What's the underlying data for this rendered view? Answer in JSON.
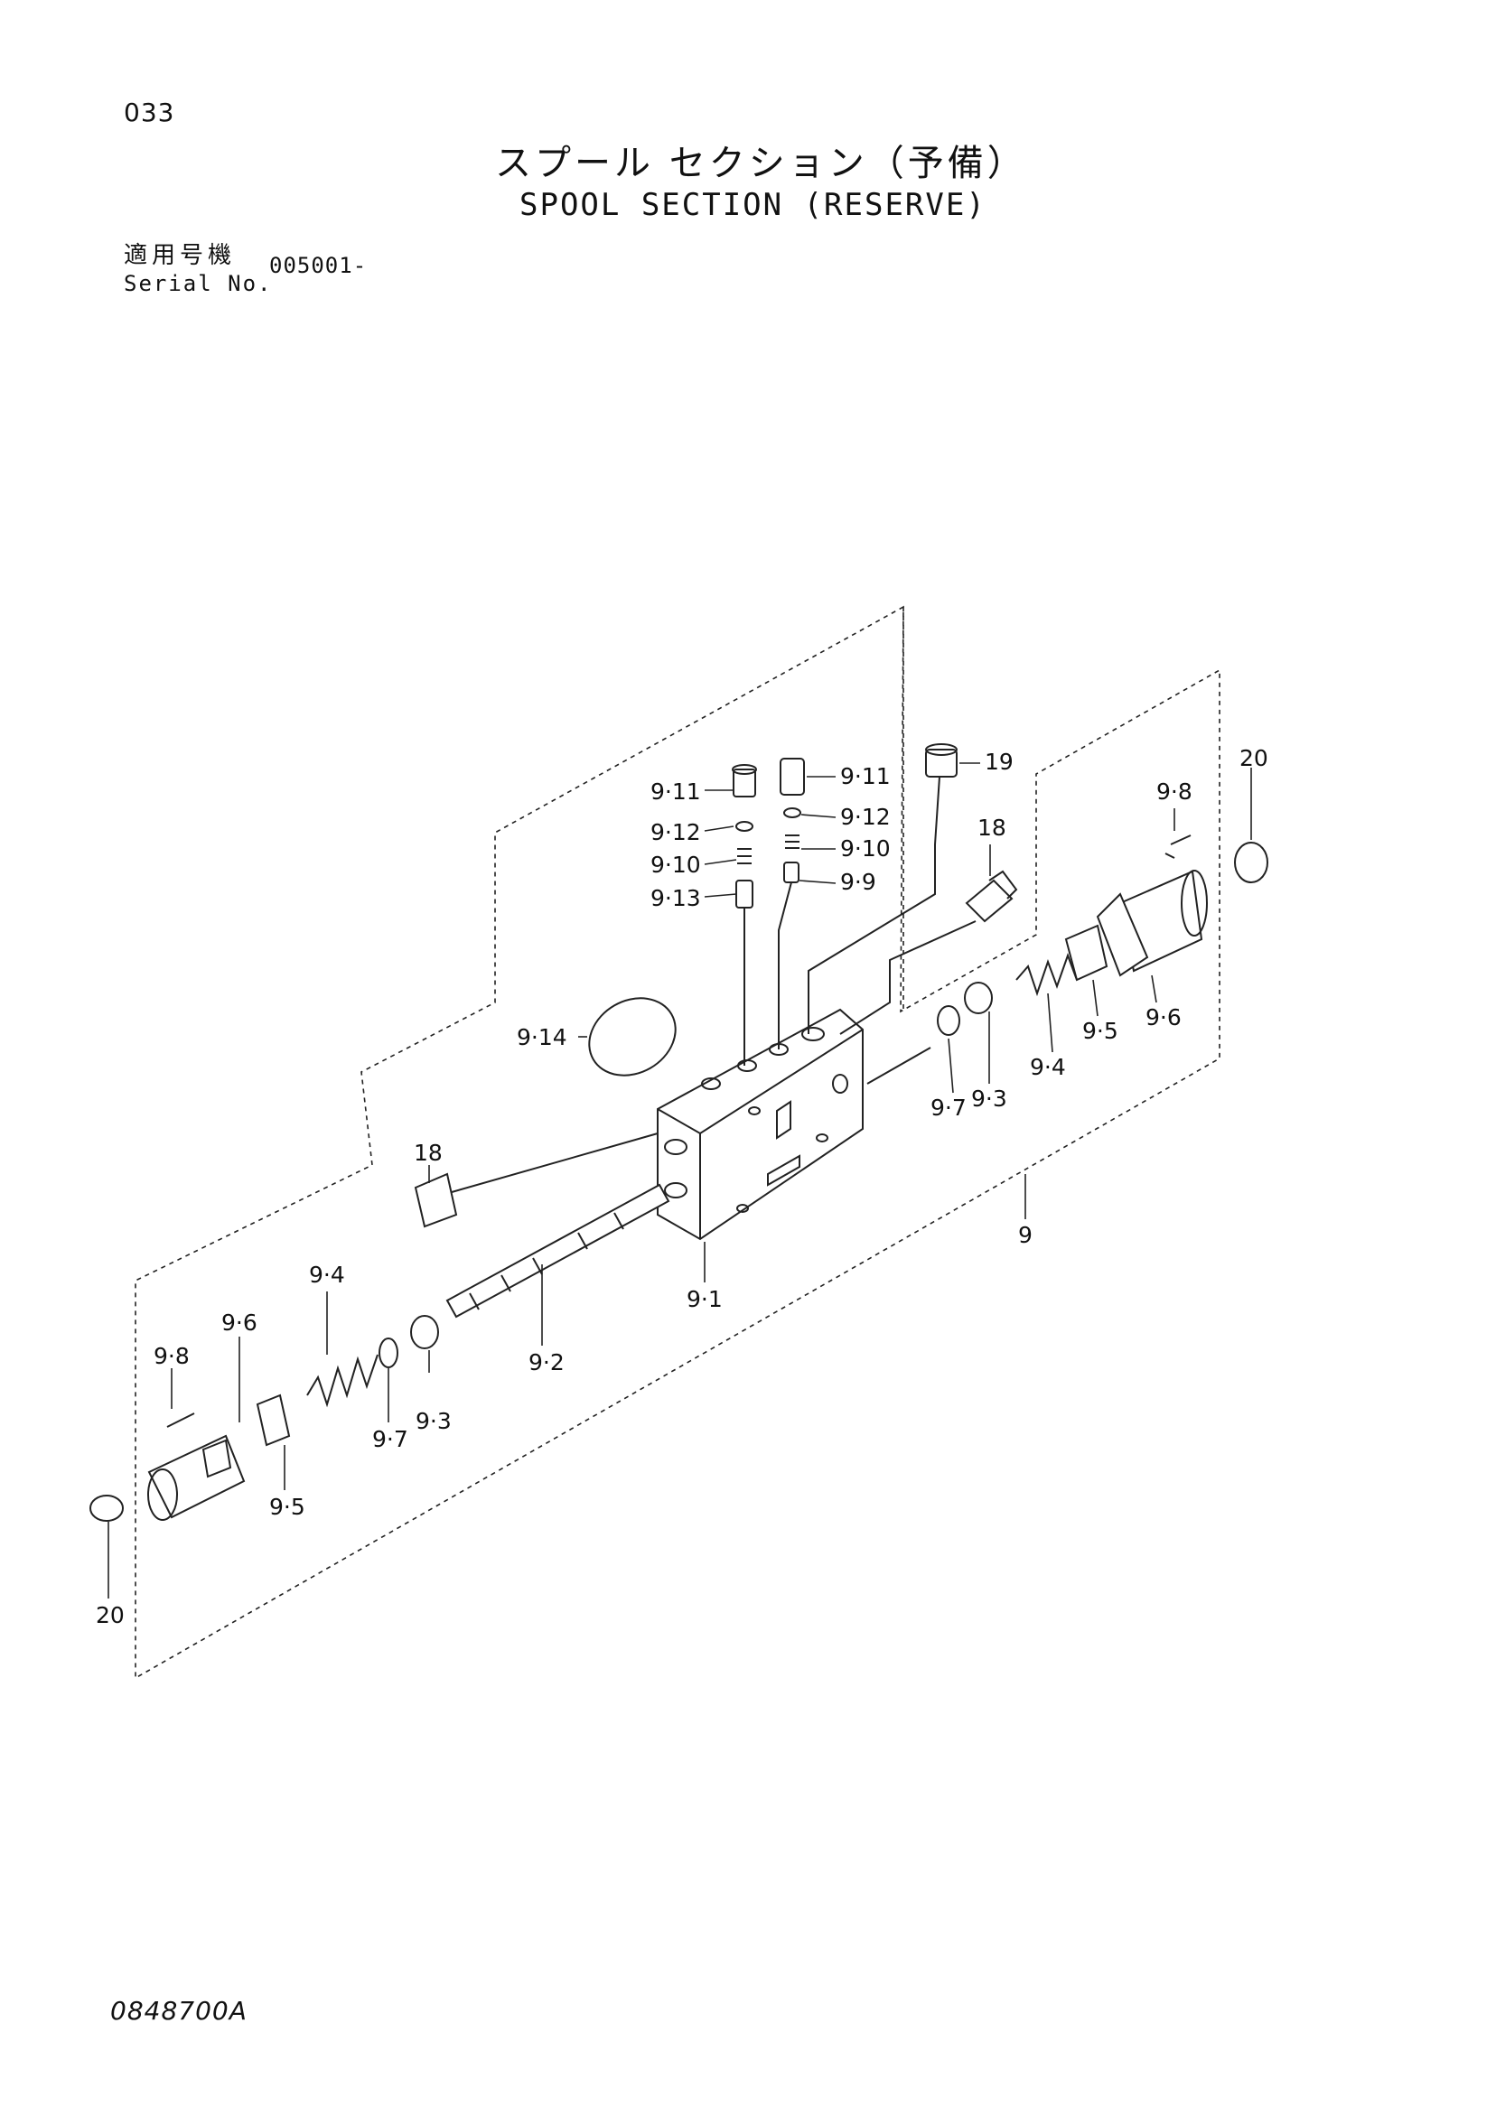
{
  "header": {
    "page_number": "033",
    "title_jp": "スプール セクション（予備）",
    "title_en": "SPOOL SECTION (RESERVE)",
    "serial_label_jp": "適用号機",
    "serial_label_en": "Serial No.",
    "serial_value": "005001-"
  },
  "footer": {
    "drawing_code": "0848700A"
  },
  "callouts": {
    "c9_11_a": "9·11",
    "c9_11_b": "9·11",
    "c9_12_a": "9·12",
    "c9_12_b": "9·12",
    "c9_10_a": "9·10",
    "c9_10_b": "9·10",
    "c9_13": "9·13",
    "c9_9": "9·9",
    "c19": "19",
    "c18_top": "18",
    "c20_right": "20",
    "c9_8_right": "9·8",
    "c9_6_right": "9·6",
    "c9_5_right": "9·5",
    "c9_4_right": "9·4",
    "c9_3_right": "9·3",
    "c9_7_right": "9·7",
    "c9_14": "9·14",
    "c18_left": "18",
    "c9_1": "9·1",
    "c9": "9",
    "c9_2": "9·2",
    "c9_4_left": "9·4",
    "c9_6_left": "9·6",
    "c9_8_left": "9·8",
    "c9_7_left": "9·7",
    "c9_3_left": "9·3",
    "c9_5_left": "9·5",
    "c20_left": "20"
  }
}
